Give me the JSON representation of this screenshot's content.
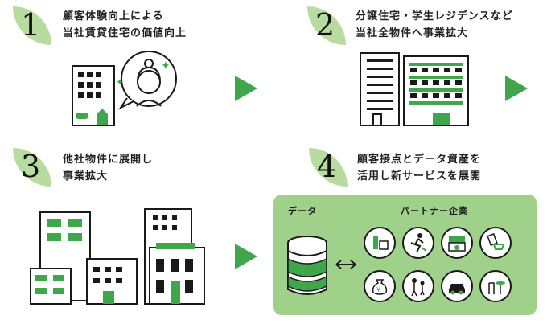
{
  "steps": [
    {
      "number": "1",
      "line1": "顧客体験向上による",
      "line2": "当社賃貸住宅の価値向上"
    },
    {
      "number": "2",
      "line1": "分譲住宅・学生レジデンスなど",
      "line2": "当社全物件へ事業拡大"
    },
    {
      "number": "3",
      "line1": "他社物件に展開し",
      "line2": "事業拡大"
    },
    {
      "number": "4",
      "line1": "顧客接点とデータ資産を",
      "line2": "活用し新サービスを展開"
    }
  ],
  "panel": {
    "data_label": "データ",
    "partner_label": "パートナー企業",
    "partners": [
      "shopping-icon",
      "running-icon",
      "market-icon",
      "cart-icon",
      "money-bag-icon",
      "family-icon",
      "car-icon",
      "cafe-icon"
    ]
  },
  "colors": {
    "accent": "#3fa64b",
    "leaf": "#b8dca0",
    "panel": "#9fd18b"
  }
}
